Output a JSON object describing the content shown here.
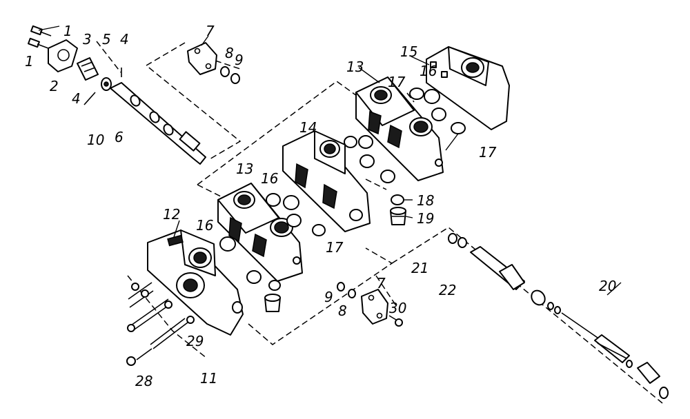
{
  "labels": {
    "l1a": "1",
    "l1b": "1",
    "l2": "2",
    "l3": "3",
    "l4a": "4",
    "l4b": "4",
    "l5": "5",
    "l6": "6",
    "l7a": "7",
    "l7b": "7",
    "l8a": "8",
    "l8b": "8",
    "l9a": "9",
    "l9b": "9",
    "l10": "10",
    "l11": "11",
    "l12": "12",
    "l13a": "13",
    "l13b": "13",
    "l14": "14",
    "l15": "15",
    "l16a": "16",
    "l16b": "16",
    "l16c": "16",
    "l17a": "17",
    "l17b": "17",
    "l17c": "17",
    "l18": "18",
    "l19": "19",
    "l20": "20",
    "l21": "21",
    "l22": "22",
    "l28": "28",
    "l29": "29",
    "l30": "30"
  }
}
